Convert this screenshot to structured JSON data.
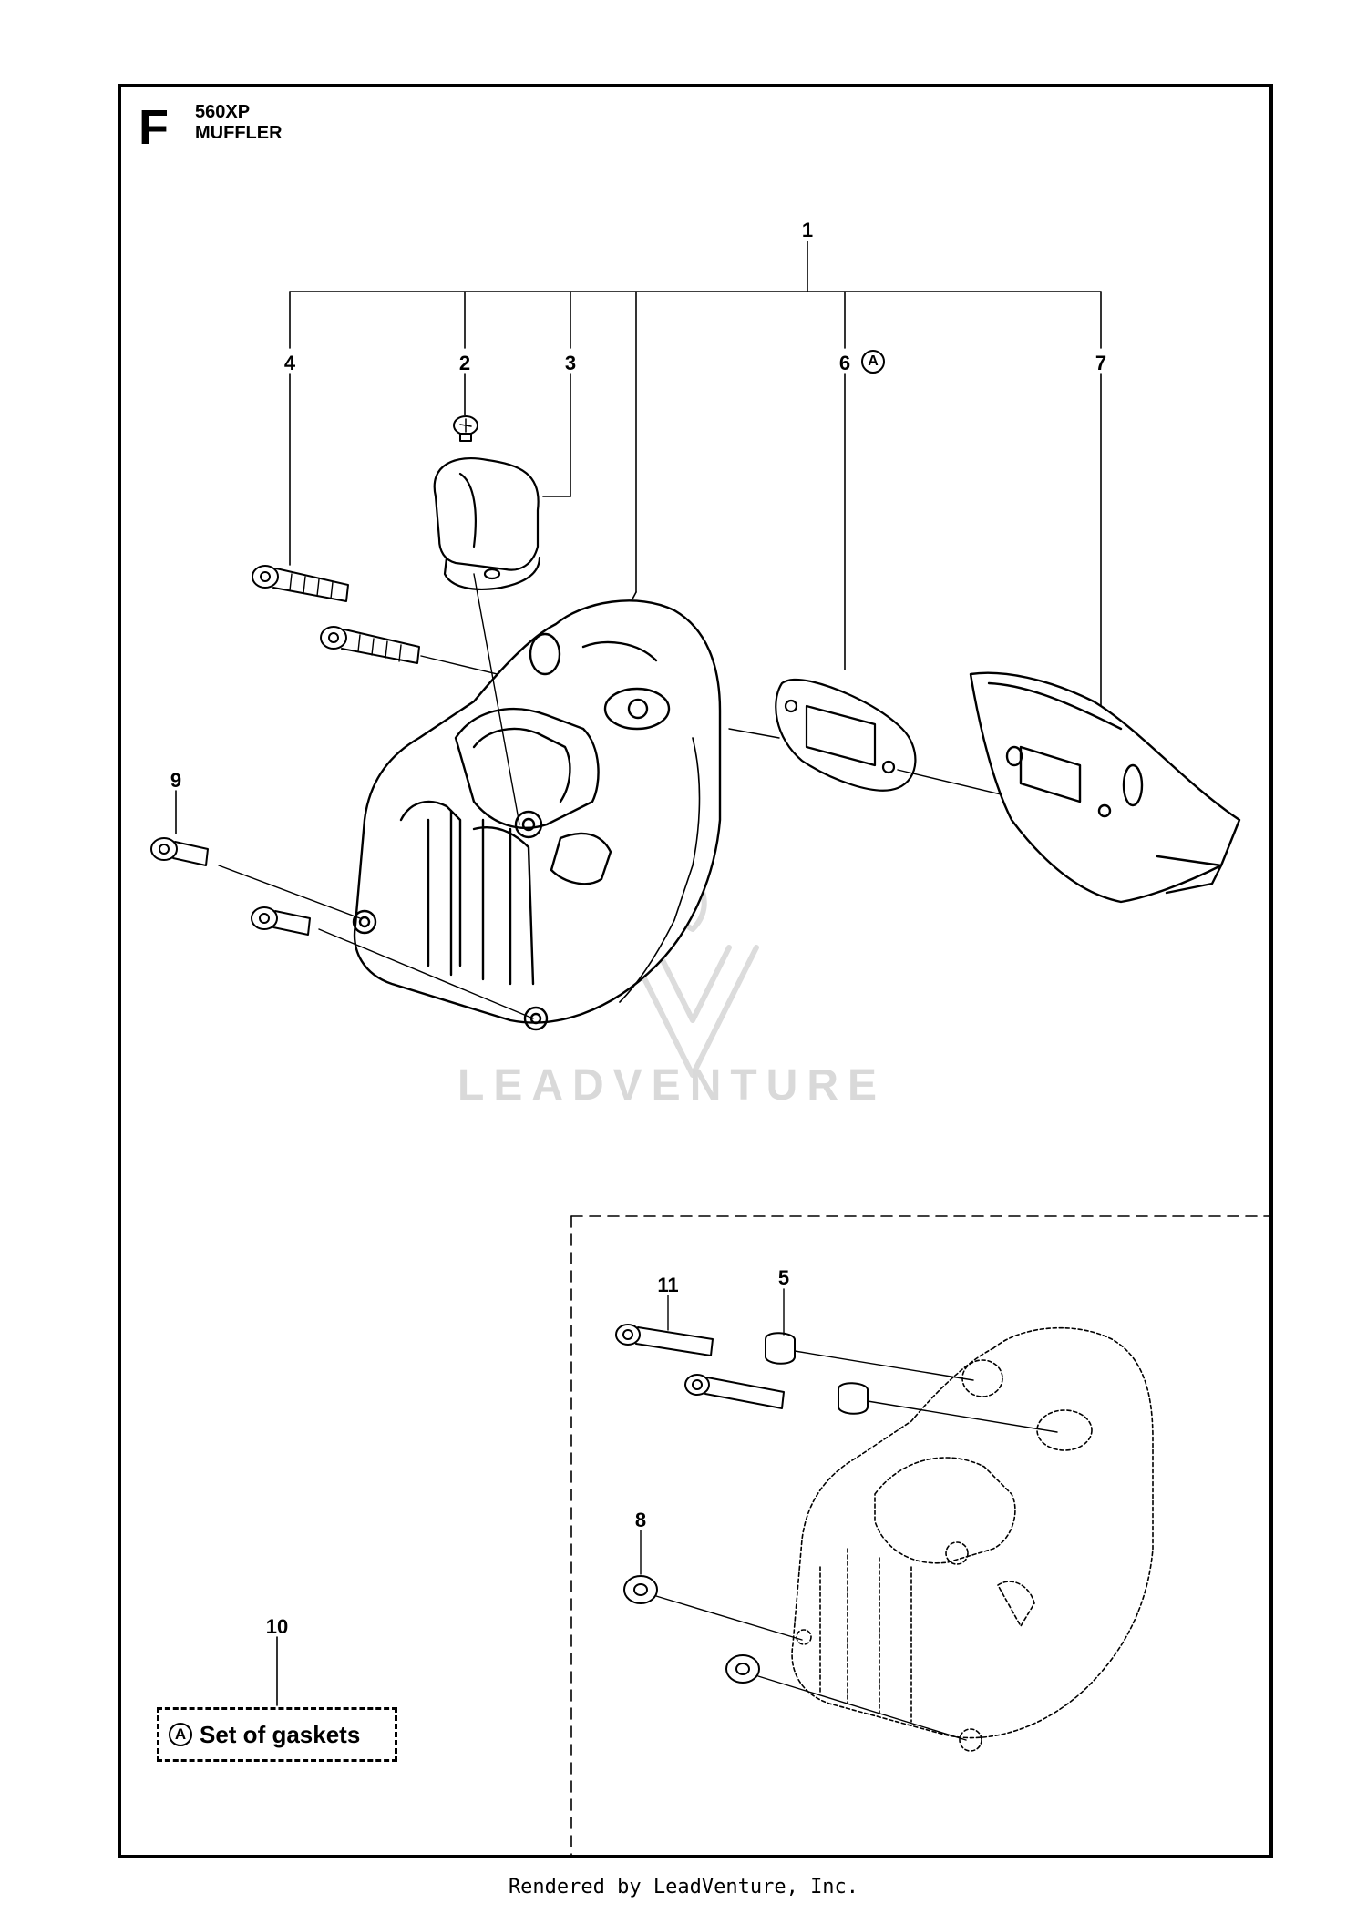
{
  "header": {
    "section_letter": "F",
    "model": "560XP",
    "title": "MUFFLER"
  },
  "callouts": {
    "c1": "1",
    "c2": "2",
    "c3": "3",
    "c4": "4",
    "c5": "5",
    "c6": "6",
    "c7": "7",
    "c8": "8",
    "c9": "9",
    "c10": "10",
    "c11": "11",
    "ref_a": "A"
  },
  "kit": {
    "ref": "A",
    "label": "Set of gaskets"
  },
  "watermark": {
    "text": "LEADVENTURE"
  },
  "footer": {
    "text": "Rendered by LeadVenture, Inc."
  }
}
